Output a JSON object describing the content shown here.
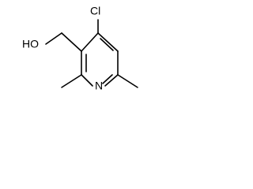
{
  "structure": {
    "labels": {
      "chlorine": "Cl",
      "hydroxyl": "HO",
      "ring_nitrogen": "N"
    }
  }
}
